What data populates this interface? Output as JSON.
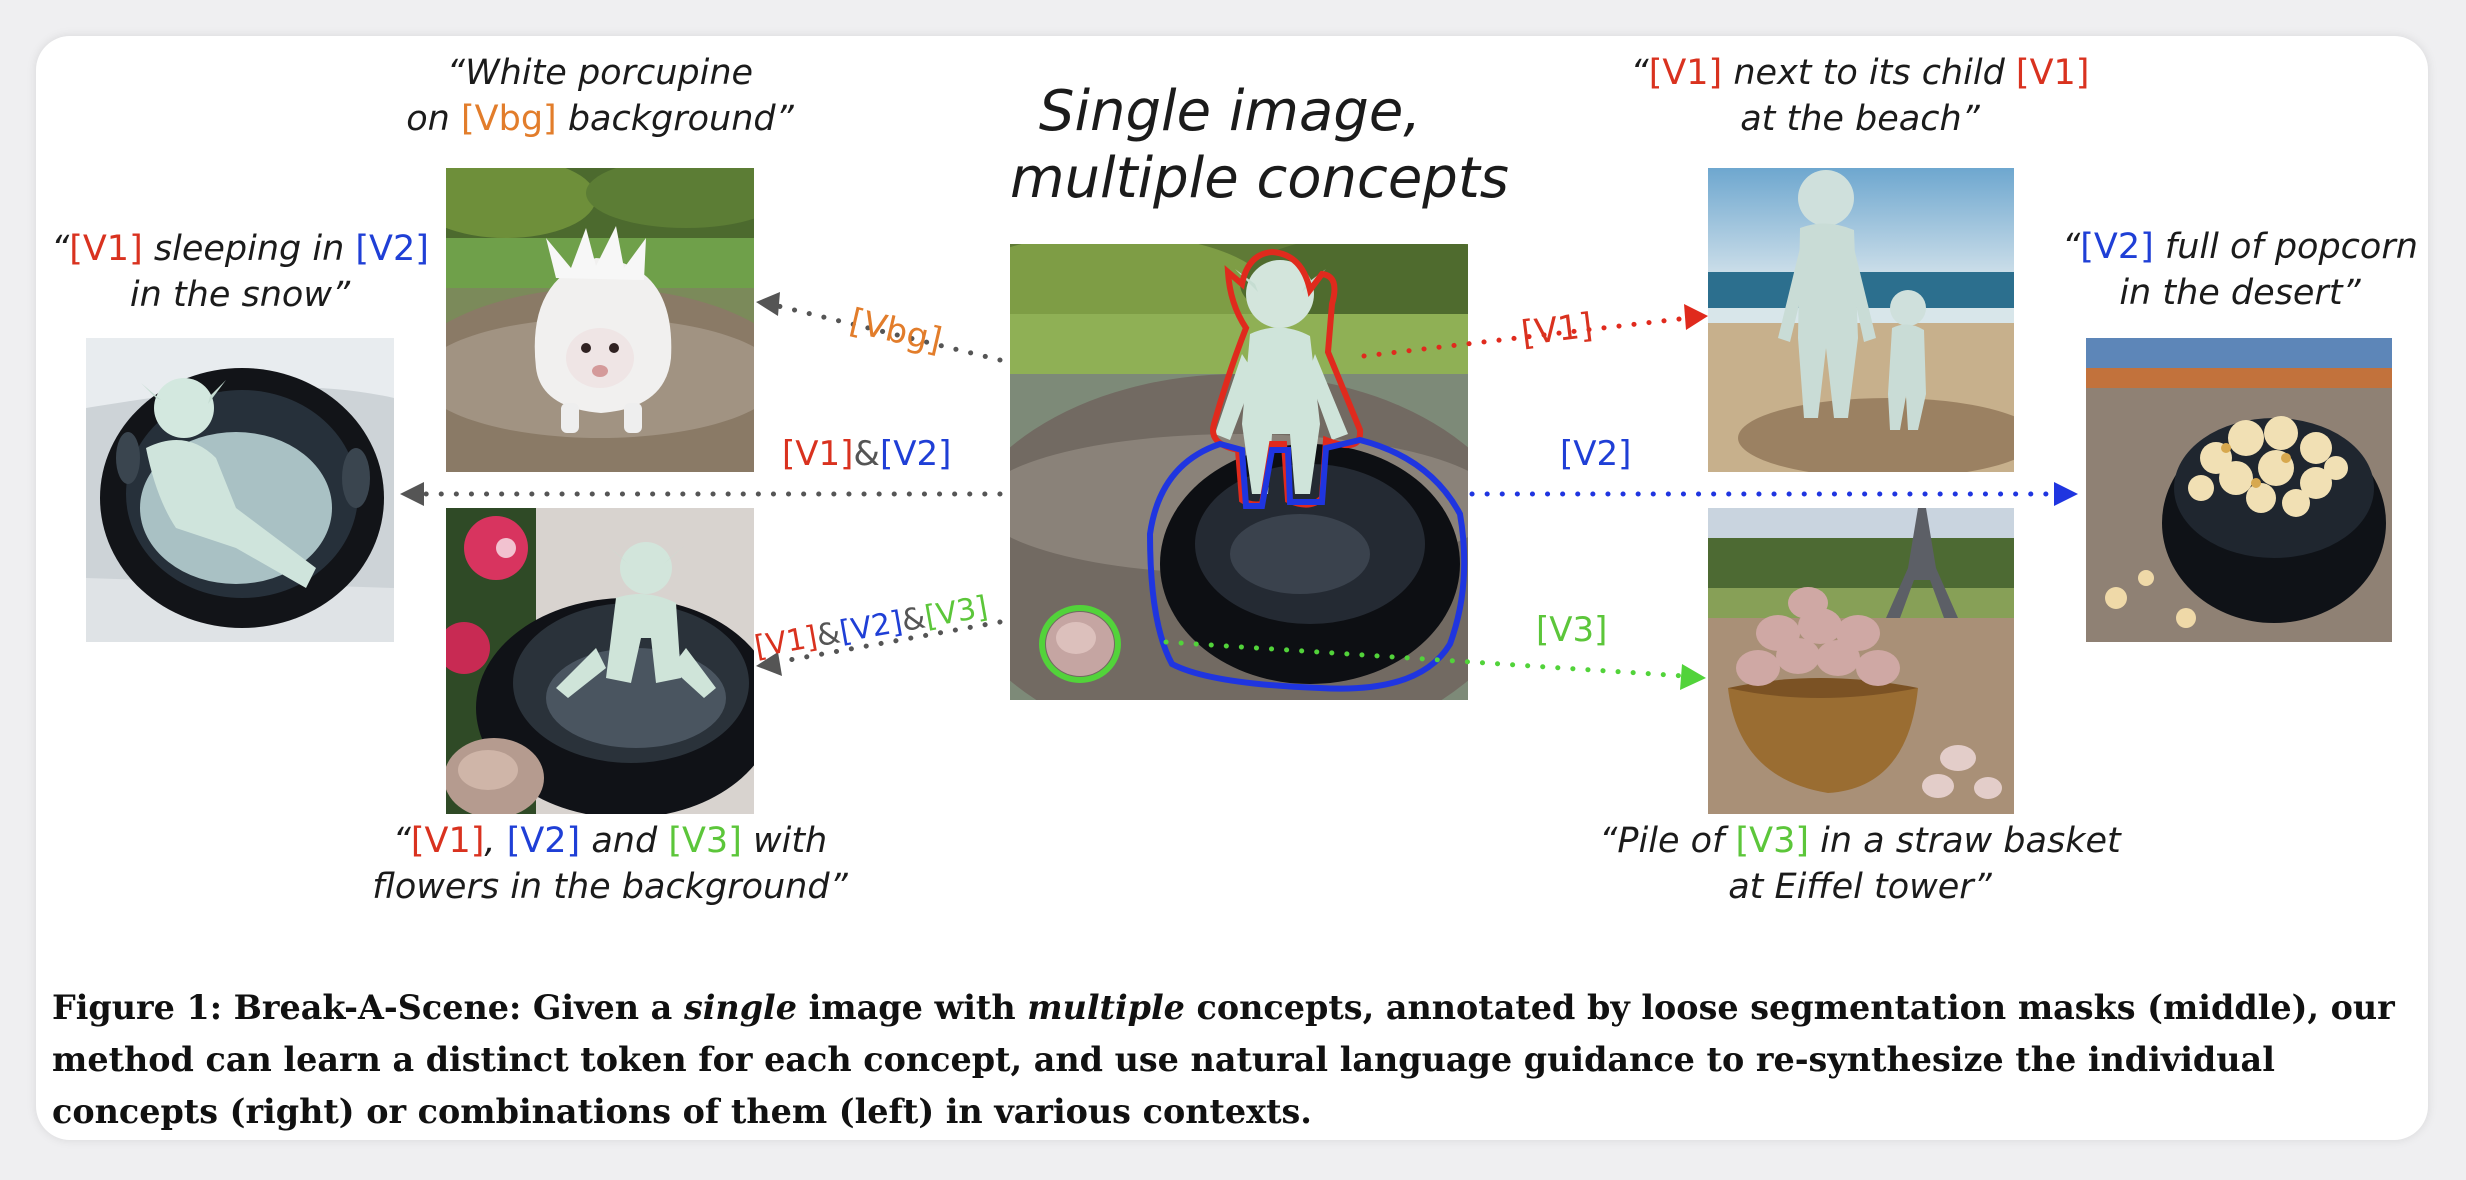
{
  "figure": {
    "title_line1": "Single image,",
    "title_line2_emph": "multiple",
    "title_line2_rest": " concepts"
  },
  "tokens": {
    "v1": "[V1]",
    "v2": "[V2]",
    "v3": "[V3]",
    "vbg": "[Vbg]",
    "amp": "&"
  },
  "prompts": {
    "porcupine": {
      "q": "“",
      "a": "White porcupine",
      "b": "on ",
      "c": " background”"
    },
    "sleeping": {
      "q": "“",
      "a": " sleeping in ",
      "b": "in the snow”"
    },
    "flowers": {
      "q": "“",
      "a": ", ",
      "b": " and ",
      "c": " with",
      "d": "flowers in the background”"
    },
    "beach": {
      "q": "“",
      "a": " next to its child ",
      "b": "at the beach”"
    },
    "popcorn": {
      "q": "“",
      "a": " full of popcorn",
      "b": "in the desert”"
    },
    "basket": {
      "a": "“Pile of ",
      "b": " in a straw basket",
      "c": "at Eiffel tower”"
    }
  },
  "caption": {
    "prefix": "Figure 1: Break-A-Scene: Given a ",
    "emph1": "single",
    "mid1": " image with ",
    "emph2": "multiple",
    "rest": " concepts, annotated by loose segmentation masks (middle), our method can learn a distinct token for each concept, and use natural language guidance to re-synthesize the individual concepts (right) or combinations of them (left) in various contexts."
  },
  "colors": {
    "v1": "#d9321f",
    "v2": "#1f3fd6",
    "v3": "#5cc63a",
    "vbg": "#e27d2b",
    "combo": "#555555"
  }
}
